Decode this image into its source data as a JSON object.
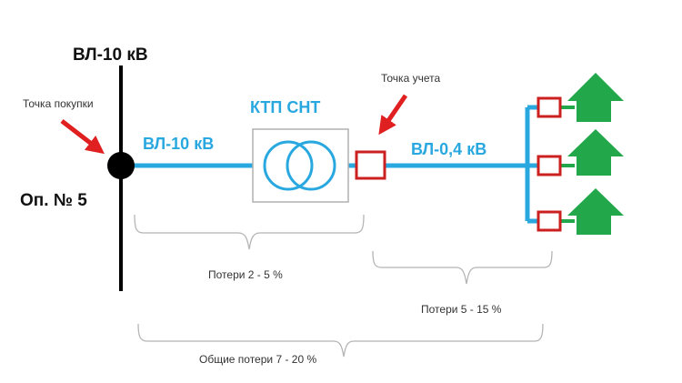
{
  "labels": {
    "top_line": "ВЛ-10 кВ",
    "purchase_point": "Точка покупки",
    "pole": "Оп. № 5",
    "hv_line": "ВЛ-10 кВ",
    "substation": "КТП СНТ",
    "metering_point": "Точка учета",
    "lv_line": "ВЛ-0,4 кВ",
    "loss_hv": "Потери 2 - 5 %",
    "loss_lv": "Потери 5 - 15 %",
    "loss_total": "Общие потери 7 - 20 %"
  },
  "colors": {
    "line_blue": "#29a8e0",
    "arrow_red": "#e02020",
    "meter_red": "#cc1f1f",
    "house_green": "#22a84a",
    "pole_black": "#000000",
    "brace_gray": "#b5b5b5"
  },
  "icons": {
    "arrow": "red-arrow-icon",
    "meter": "meter-box-icon",
    "house": "house-icon",
    "transformer": "transformer-icon"
  }
}
